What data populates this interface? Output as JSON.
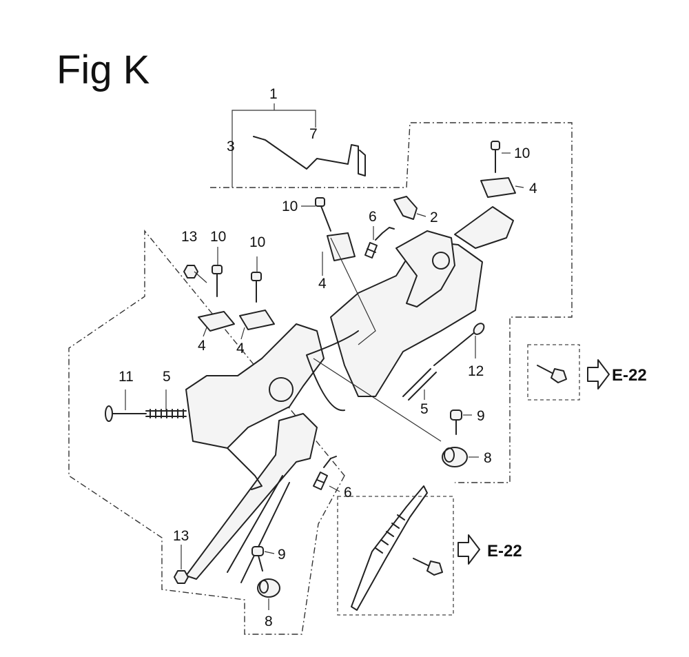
{
  "figure": {
    "title": "Fig K"
  },
  "callouts": {
    "c1": "1",
    "c2": "2",
    "c3": "3",
    "c7": "7",
    "c4a": "4",
    "c4b": "4",
    "c4c": "4",
    "c4d": "4",
    "c5a": "5",
    "c5b": "5",
    "c6a": "6",
    "c6b": "6",
    "c8a": "8",
    "c8b": "8",
    "c9a": "9",
    "c9b": "9",
    "c10a": "10",
    "c10b": "10",
    "c10c": "10",
    "c10d": "10",
    "c11": "11",
    "c12": "12",
    "c13a": "13",
    "c13b": "13"
  },
  "references": {
    "ref_upper": "E-22",
    "ref_lower": "E-22"
  }
}
